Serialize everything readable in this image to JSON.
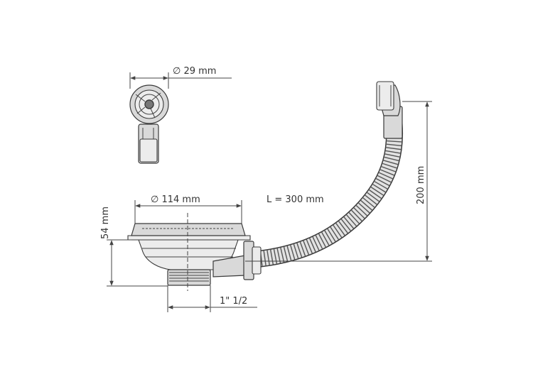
{
  "dimensions": {
    "overflow_diameter": "∅ 29 mm",
    "basket_diameter": "∅ 114 mm",
    "hose_length": "L = 300 mm",
    "height_200": "200 mm",
    "height_54": "54 mm",
    "thread": "1\" 1/2"
  },
  "colors": {
    "line": "#444444",
    "part_fill": "#d9d9d9",
    "background": "#ffffff"
  }
}
